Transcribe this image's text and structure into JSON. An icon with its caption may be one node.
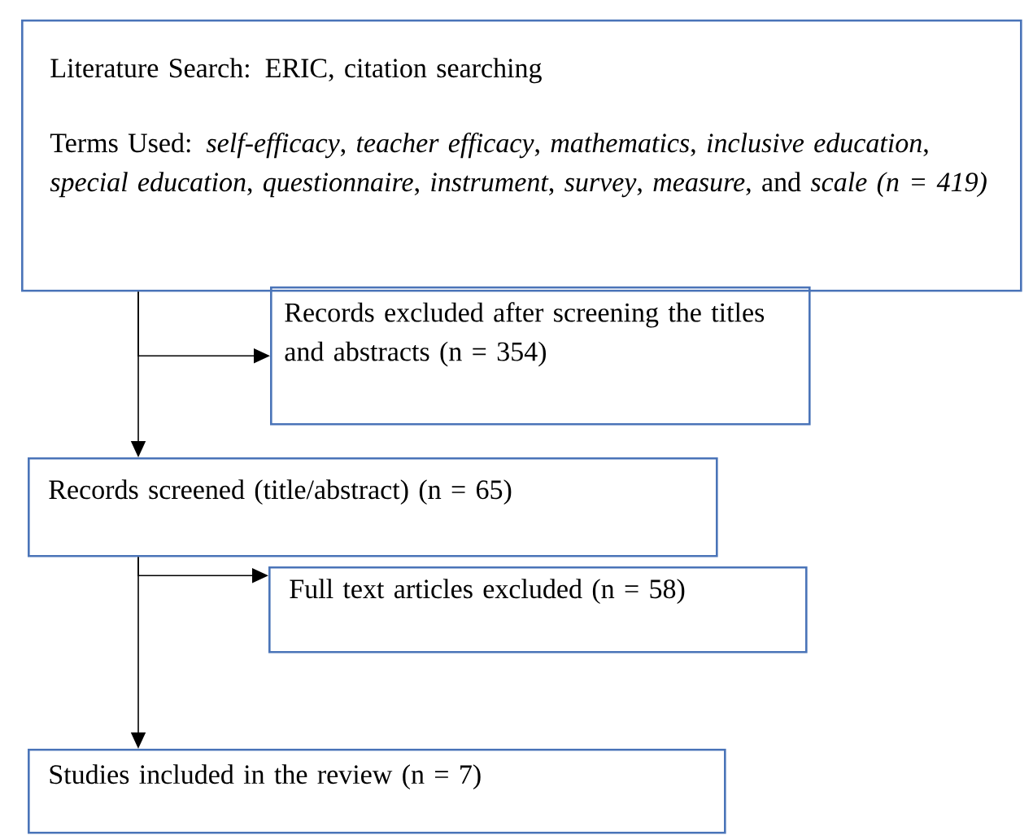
{
  "diagram": {
    "nodes": [
      {
        "text": [
          "Literature Search: ERIC, citation searching",
          "Terms Used: *self-efficacy*, *teacher efficacy*, *mathematics*, *inclusive education*, *special education*, *questionnaire*, *instrument*, *survey*, *measure*, and *scale (n = 419)*"
        ]
      },
      {
        "text": [
          "Records excluded after screening the titles and abstracts (n = 354)"
        ]
      },
      {
        "text": [
          "Records screened (title/abstract) (n = 65)"
        ]
      },
      {
        "text": [
          "Full text articles excluded (n = 58)"
        ]
      },
      {
        "text": [
          "Studies included in the review (n = 7)"
        ]
      }
    ],
    "edges": [
      {
        "from": 0,
        "to": 2,
        "arrow": "to"
      },
      {
        "from": 0,
        "to": 1,
        "arrow": "to"
      },
      {
        "from": 2,
        "to": 4,
        "arrow": "to"
      },
      {
        "from": 2,
        "to": 3,
        "arrow": "to"
      }
    ]
  }
}
